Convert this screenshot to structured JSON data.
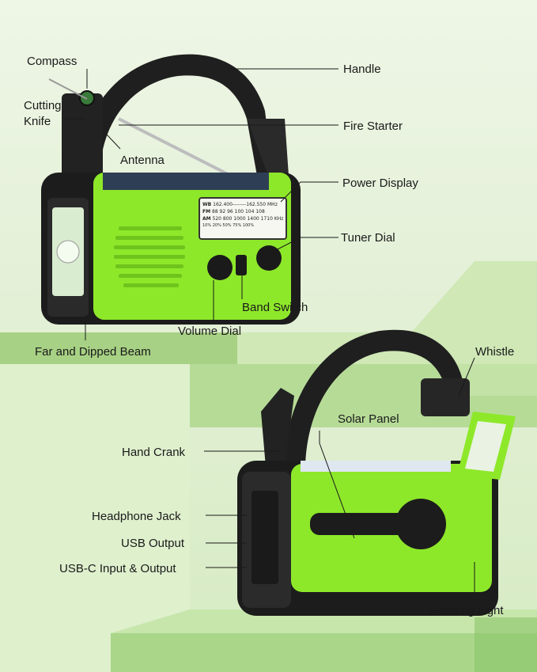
{
  "labels": {
    "compass": "Compass",
    "cutting_knife_line1": "Cutting",
    "cutting_knife_line2": "Knife",
    "antenna": "Antenna",
    "handle": "Handle",
    "fire_starter": "Fire Starter",
    "power_display": "Power Display",
    "tuner_dial": "Tuner Dial",
    "band_switch": "Band Switch",
    "volume_dial": "Volume Dial",
    "far_dipped_beam": "Far and Dipped Beam",
    "whistle": "Whistle",
    "solar_panel": "Solar Panel",
    "hand_crank": "Hand Crank",
    "headphone_jack": "Headphone Jack",
    "usb_output": "USB Output",
    "usbc_io": "USB-C Input & Output",
    "reading_light": "Reading Light"
  },
  "dial": {
    "wb": "WB",
    "fm": "FM",
    "am": "AM",
    "wb_range": "162.400--------162.550",
    "mhz": "MHz",
    "khz": "KHz",
    "fm_scale": "88   92   96  100  104   108",
    "am_scale": "520  800  1000  1400   1710",
    "battery": "10%  20%  50%  75% 100%"
  },
  "colors": {
    "radio_green": "#8ee82a",
    "radio_black": "#1c1c1c",
    "step_light": "#c9e6ad",
    "step_mid": "#a9d689",
    "step_dark": "#8cc46a"
  }
}
